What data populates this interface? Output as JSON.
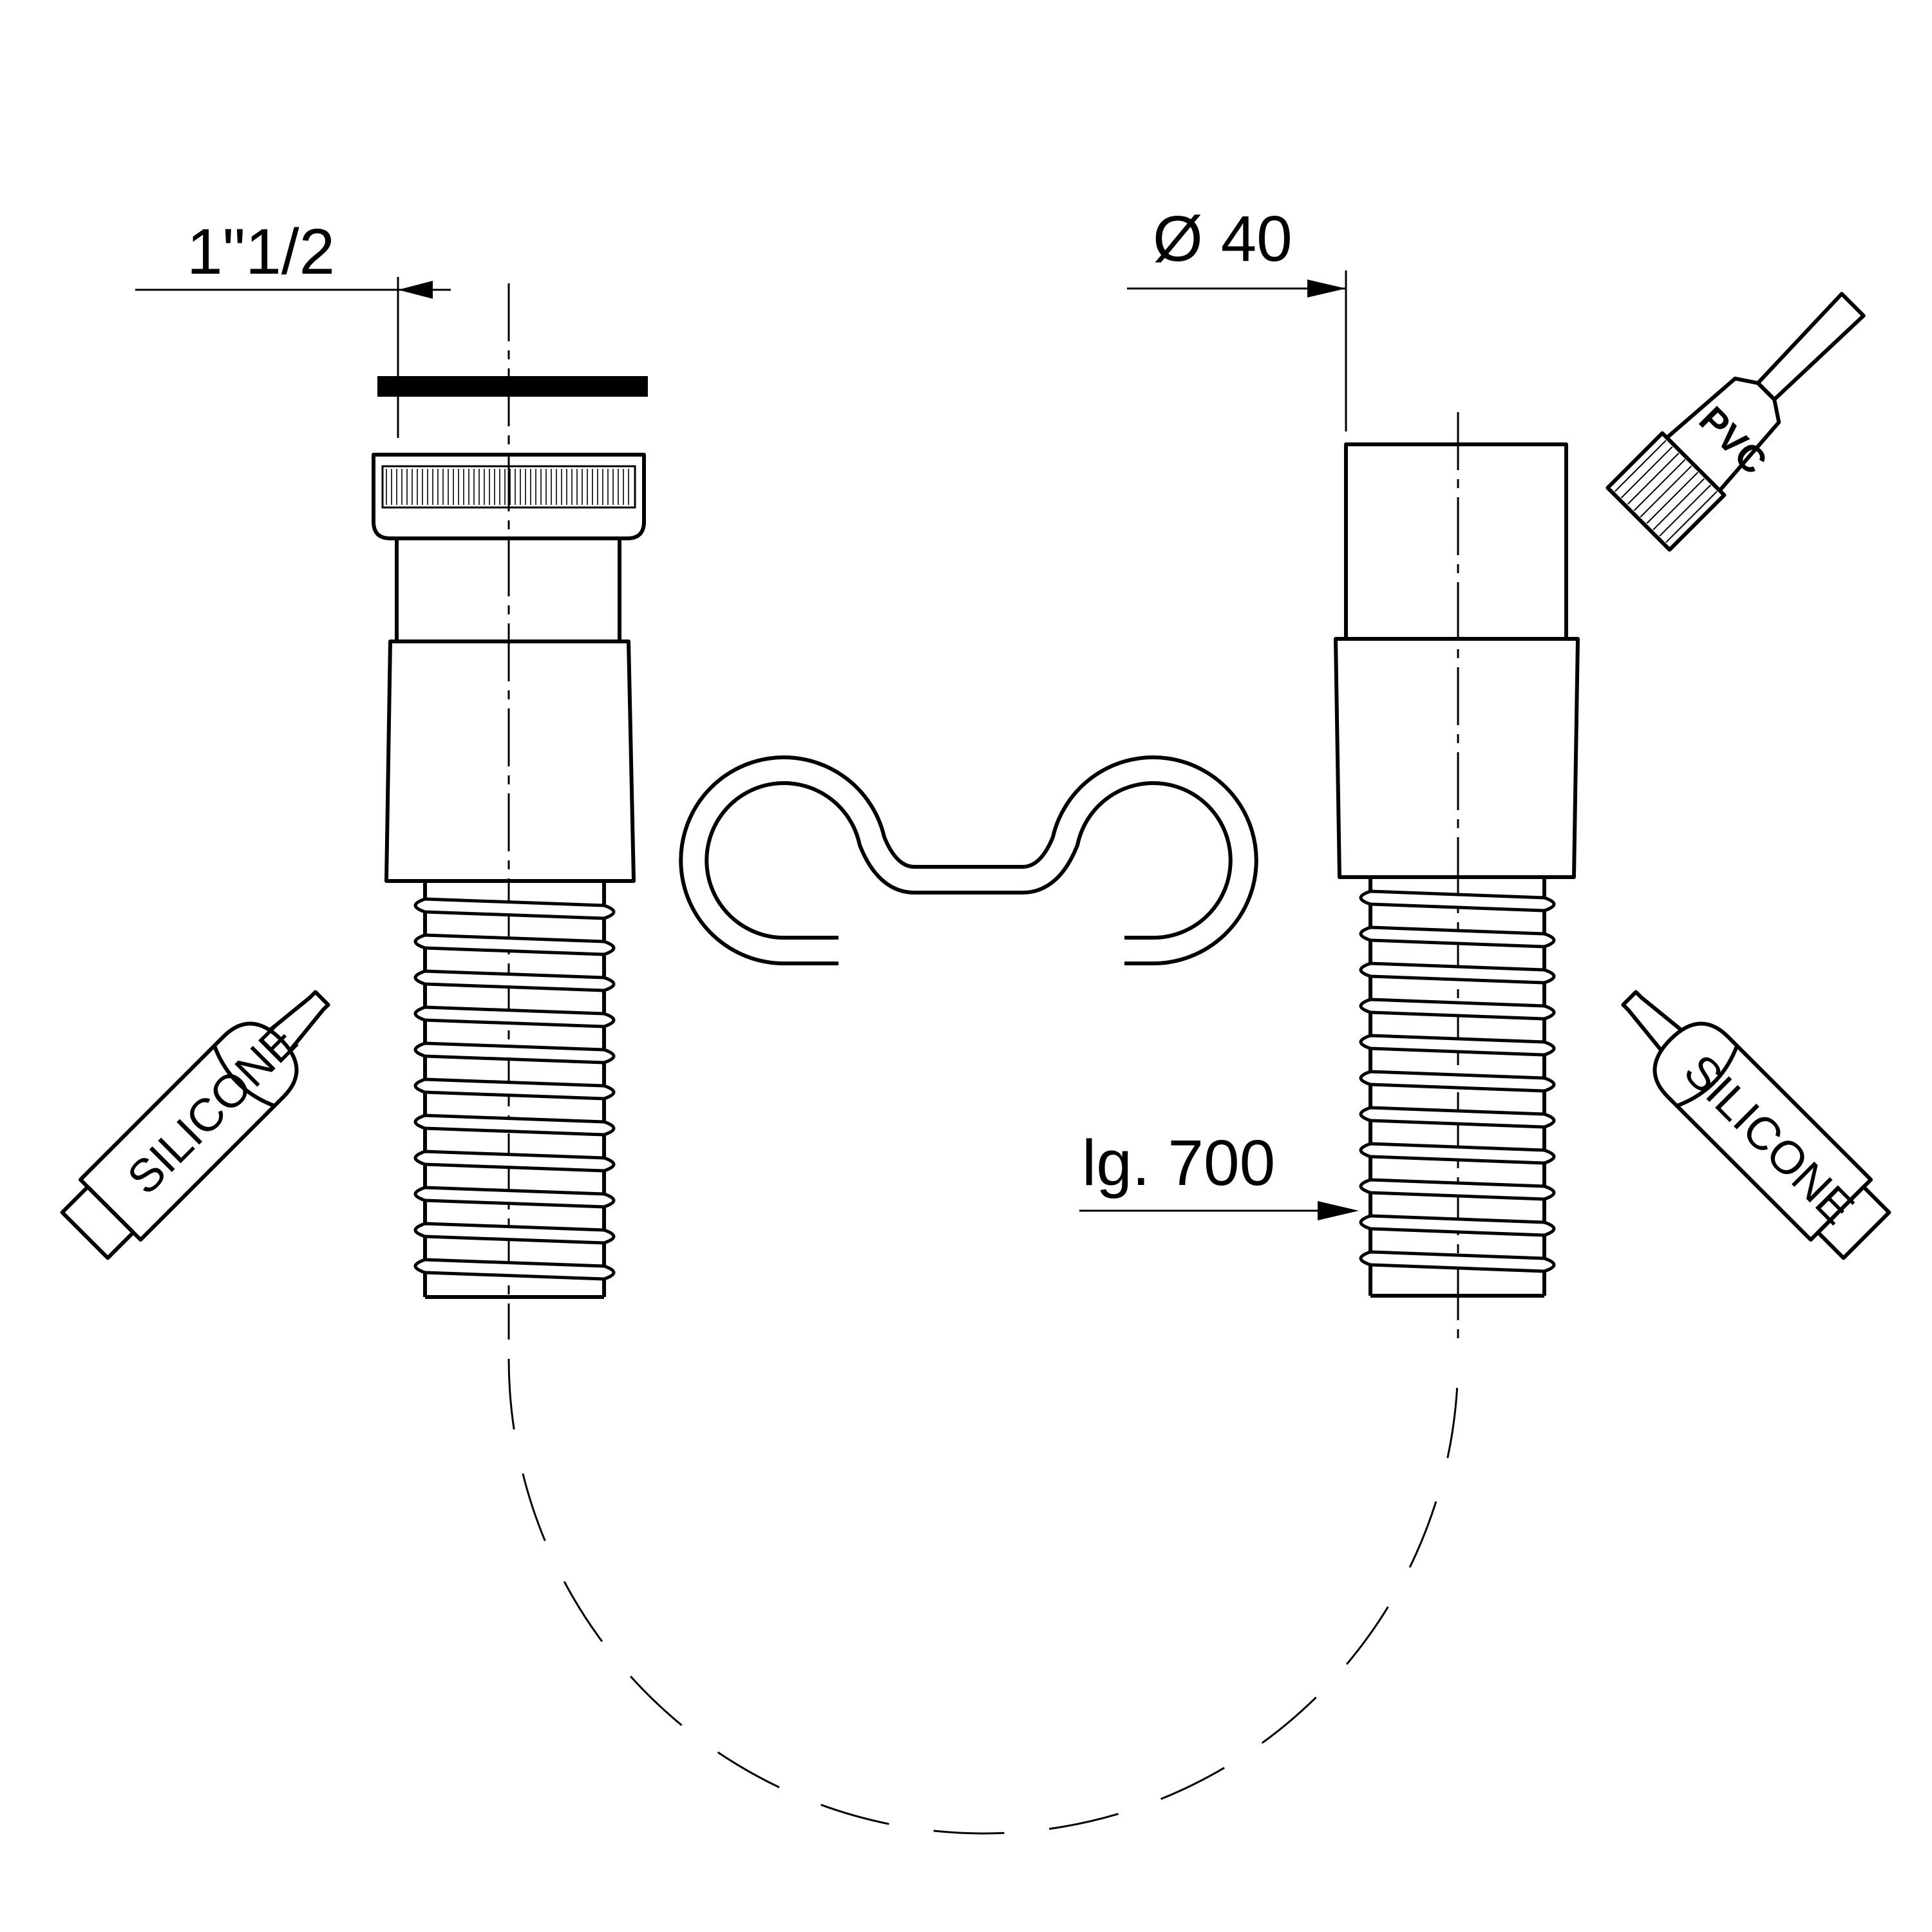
{
  "labels": {
    "thread_size": "1\"1/2",
    "pipe_diameter": "Ø 40",
    "hose_length": "lg. 700",
    "silicone_left": "SILICONE",
    "silicone_right": "SILICONE",
    "brush": "PVC"
  },
  "icons": [
    "silicone-tube-icon",
    "silicone-tube-icon",
    "pvc-glue-brush-icon",
    "wall-clip-icon"
  ]
}
